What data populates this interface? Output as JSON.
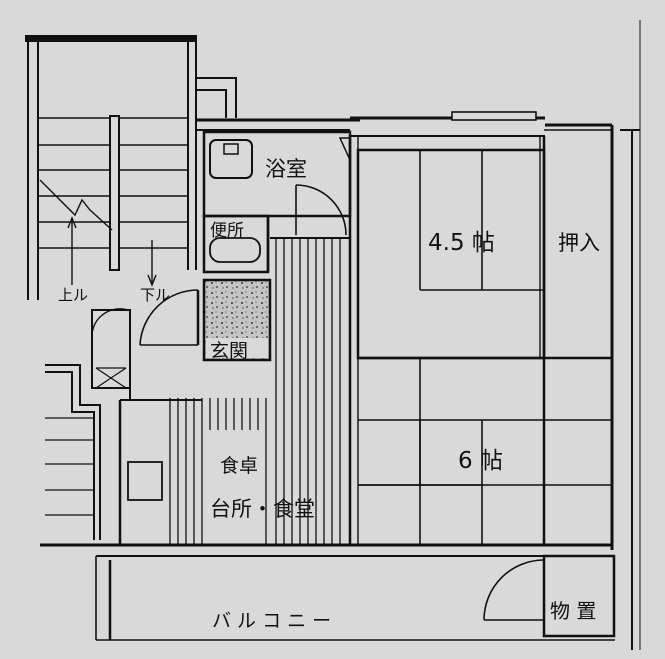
{
  "plan": {
    "rooms": {
      "bath": "浴室",
      "toilet": "便所",
      "entrance": "玄関",
      "tatami_small": "4.5 帖",
      "closet": "押入",
      "tatami_large": "6 帖",
      "table": "食卓",
      "kitchen_dining": "台所・食堂",
      "balcony": "バ ル コ ニ ー",
      "storage": "物 置"
    },
    "stairs": {
      "up": "上ル",
      "down": "下ル"
    },
    "colors": {
      "paper": "#d9d9d9",
      "ink": "#111111",
      "entrance_fill": "#bdbdbd"
    }
  }
}
